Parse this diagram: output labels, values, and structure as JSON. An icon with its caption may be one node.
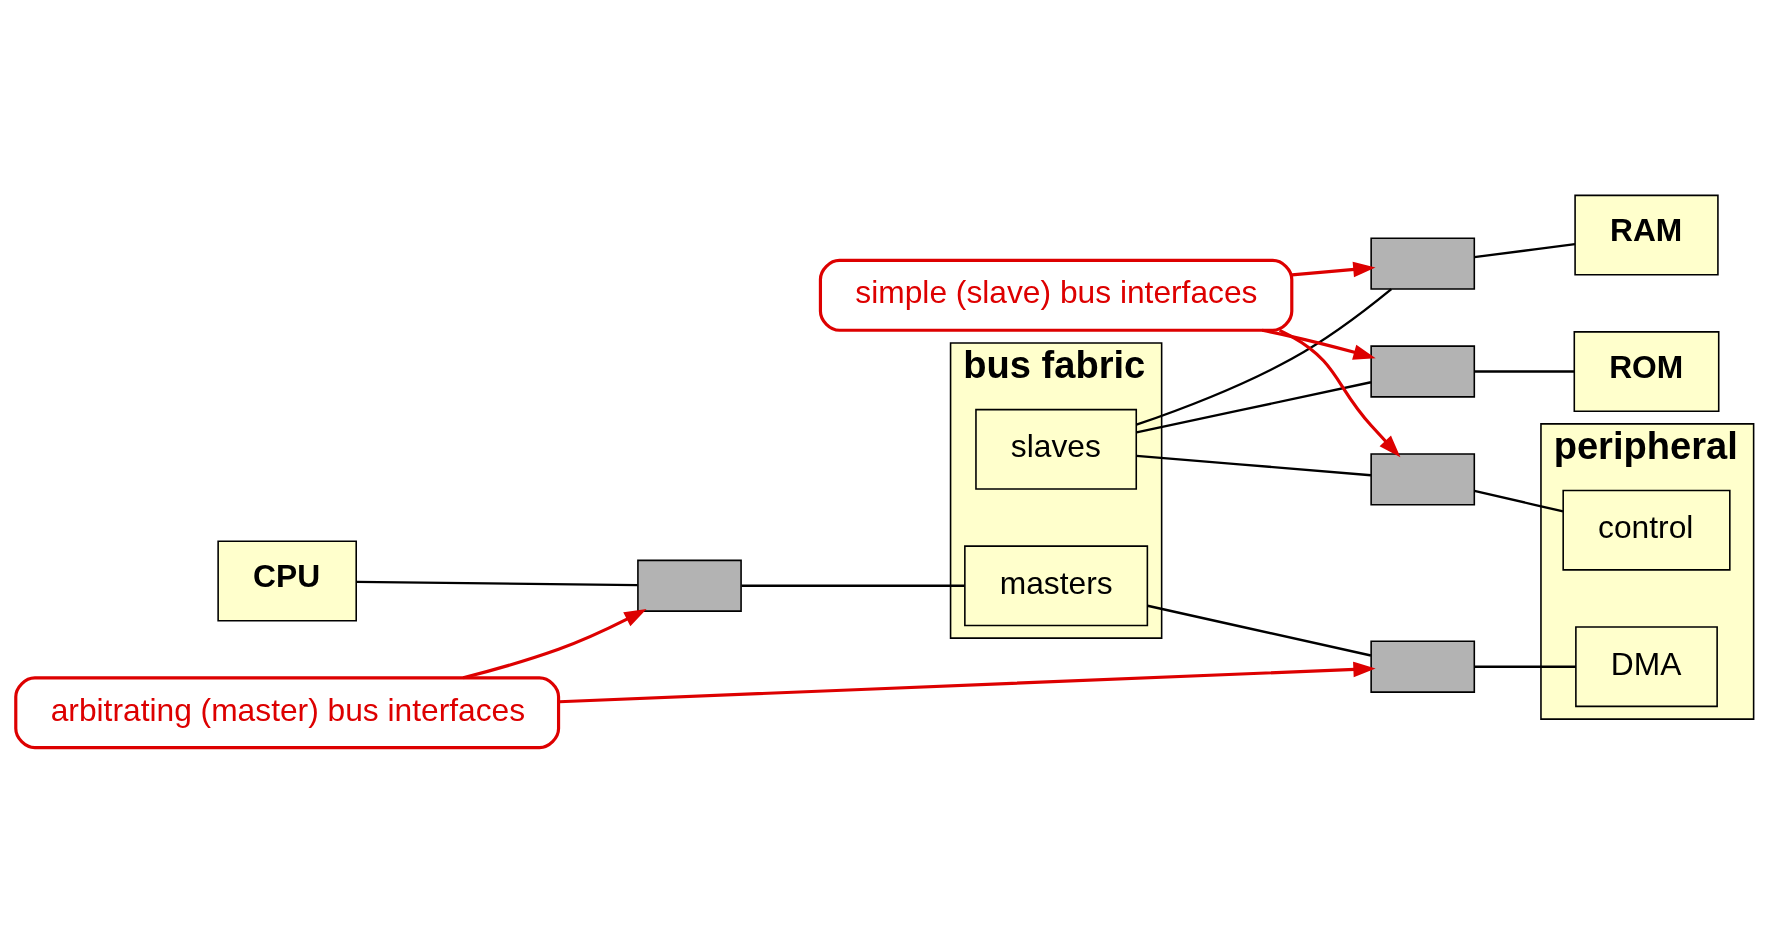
{
  "diagram": {
    "nodes": [
      {
        "text": [
          "arbitrating (master) bus interfaces"
        ]
      },
      {
        "text": [
          "bus fabric"
        ]
      },
      {
        "text": [
          "masters"
        ],
        "in": 1
      },
      {
        "text": [
          "slaves"
        ],
        "in": 1
      },
      {
        "text": [
          "peripheral"
        ]
      },
      {
        "text": [
          "CPU"
        ]
      },
      {
        "text": [
          "DMA"
        ],
        "in": 4
      },
      {
        "text": [
          "control"
        ],
        "in": 4
      },
      {
        "text": [
          "ROM"
        ]
      },
      {
        "text": [
          "RAM"
        ]
      },
      {
        "text": [
          "simple (slave) bus interfaces"
        ]
      },
      {
        "text": [],
        "shape": "bar"
      },
      {
        "text": [],
        "shape": "bar"
      },
      {
        "text": [],
        "shape": "bar"
      },
      {
        "text": [],
        "shape": "bar"
      },
      {
        "text": [],
        "shape": "bar"
      }
    ],
    "edges": [
      {
        "from": 5,
        "to": 11,
        "arrow": "none"
      },
      {
        "from": 11,
        "to": 2,
        "arrow": "none"
      },
      {
        "from": 2,
        "to": 12,
        "arrow": "none"
      },
      {
        "from": 12,
        "to": 6,
        "arrow": "none"
      },
      {
        "from": 3,
        "to": 13,
        "arrow": "none"
      },
      {
        "from": 13,
        "to": 7,
        "arrow": "none"
      },
      {
        "from": 3,
        "to": 14,
        "arrow": "none"
      },
      {
        "from": 14,
        "to": 8,
        "arrow": "none"
      },
      {
        "from": 3,
        "to": 15,
        "arrow": "none"
      },
      {
        "from": 15,
        "to": 9,
        "arrow": "none"
      },
      {
        "from": 0,
        "to": 11,
        "arrow": "to",
        "color": "#dd0000"
      },
      {
        "from": 0,
        "to": 12,
        "arrow": "to",
        "color": "#dd0000"
      },
      {
        "from": 10,
        "to": 14,
        "arrow": "to",
        "color": "#dd0000"
      },
      {
        "from": 10,
        "to": 15,
        "arrow": "to",
        "color": "#dd0000"
      },
      {
        "from": 10,
        "to": 13,
        "arrow": "to",
        "color": "#dd0000"
      }
    ]
  }
}
